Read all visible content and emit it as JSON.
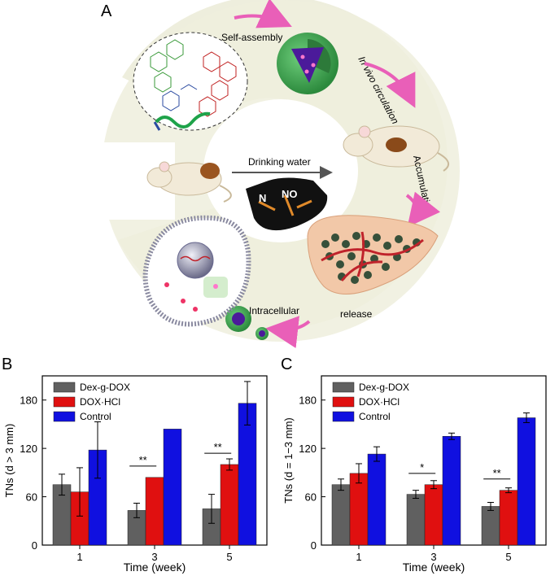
{
  "panel_a": {
    "letter": "A",
    "labels": {
      "self_assembly": "Self-assembly",
      "in_vivo": "In vivo circulation",
      "accumulation": "Accumulation",
      "intracellular": "Intracellular",
      "release": "release",
      "drinking_water": "Drinking water",
      "n_label": "N",
      "no_label": "NO"
    },
    "colors": {
      "ring": "#eeeedd",
      "arrow": "#e95fb8",
      "nanoparticle": "#3fa653",
      "core": "#4b1a9a",
      "vessel": "#c0232b",
      "liver": "#f2c8a8"
    },
    "icons": [
      "micelle-icon",
      "mouse-icon",
      "liver-icon",
      "cell-icon",
      "flask-icon"
    ]
  },
  "chart_data": [
    {
      "panel": "B",
      "type": "bar",
      "ylabel": "TNs (d > 3 mm)",
      "xlabel": "Time (week)",
      "categories": [
        "1",
        "3",
        "5"
      ],
      "ylim": [
        0,
        210
      ],
      "yticks": [
        "0",
        "60",
        "120",
        "180"
      ],
      "series": [
        {
          "name": "Dex-g-DOX",
          "color": "#606060",
          "values": [
            75,
            43,
            45
          ],
          "errors": [
            13,
            9,
            18
          ]
        },
        {
          "name": "DOX·HCl",
          "color": "#e01010",
          "values": [
            66,
            84,
            100
          ],
          "errors": [
            30,
            0,
            7
          ]
        },
        {
          "name": "Control",
          "color": "#1010e0",
          "values": [
            118,
            144,
            176
          ],
          "errors": [
            35,
            0,
            27
          ]
        }
      ],
      "significance": [
        {
          "category": "3",
          "label": "**"
        },
        {
          "category": "5",
          "label": "**"
        }
      ],
      "legend_position": "top-left"
    },
    {
      "panel": "C",
      "type": "bar",
      "ylabel": "TNs (d = 1−3 mm)",
      "xlabel": "Time (week)",
      "categories": [
        "1",
        "3",
        "5"
      ],
      "ylim": [
        0,
        210
      ],
      "yticks": [
        "0",
        "60",
        "120",
        "180"
      ],
      "series": [
        {
          "name": "Dex-g-DOX",
          "color": "#606060",
          "values": [
            75,
            63,
            48
          ],
          "errors": [
            7,
            5,
            5
          ]
        },
        {
          "name": "DOX·HCl",
          "color": "#e01010",
          "values": [
            89,
            75,
            68
          ],
          "errors": [
            12,
            5,
            3
          ]
        },
        {
          "name": "Control",
          "color": "#1010e0",
          "values": [
            113,
            135,
            158
          ],
          "errors": [
            9,
            4,
            6
          ]
        }
      ],
      "significance": [
        {
          "category": "3",
          "label": "*"
        },
        {
          "category": "5",
          "label": "**"
        }
      ],
      "legend_position": "top-left"
    }
  ]
}
